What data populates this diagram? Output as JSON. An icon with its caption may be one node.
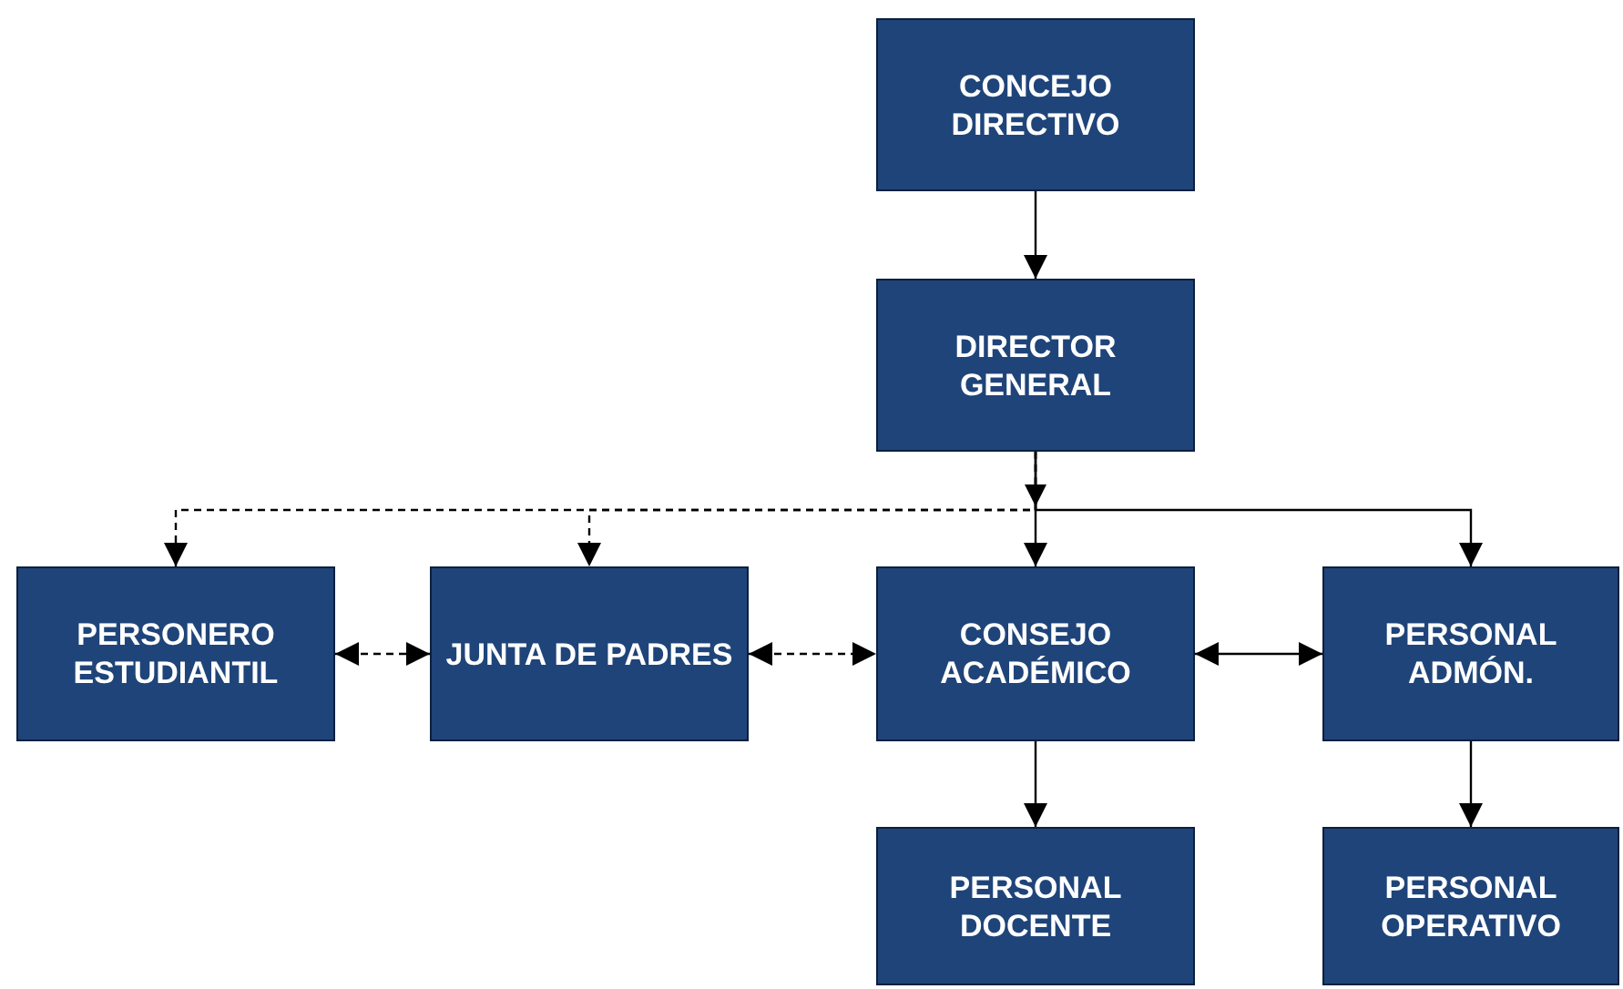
{
  "diagram": {
    "nodes": [
      {
        "text": [
          "CONCEJO DIRECTIVO"
        ]
      },
      {
        "text": [
          "DIRECTOR GENERAL"
        ]
      },
      {
        "text": [
          "PERSONERO ESTUDIANTIL"
        ]
      },
      {
        "text": [
          "JUNTA DE PADRES"
        ]
      },
      {
        "text": [
          "CONSEJO ACADÉMICO"
        ]
      },
      {
        "text": [
          "PERSONAL ADMÓN."
        ]
      },
      {
        "text": [
          "PERSONAL DOCENTE"
        ]
      },
      {
        "text": [
          "PERSONAL OPERATIVO"
        ]
      }
    ],
    "edges": [
      {
        "from": 0,
        "to": 1,
        "arrow": "to"
      },
      {
        "from": 1,
        "to": 2,
        "arrow": "to",
        "style": "dashed"
      },
      {
        "from": 1,
        "to": 3,
        "arrow": "to",
        "style": "dashed"
      },
      {
        "from": 1,
        "to": 4,
        "arrow": "to"
      },
      {
        "from": 1,
        "to": 5,
        "arrow": "to"
      },
      {
        "from": 2,
        "to": 3,
        "arrow": "both",
        "style": "dashed"
      },
      {
        "from": 3,
        "to": 4,
        "arrow": "both",
        "style": "dashed"
      },
      {
        "from": 4,
        "to": 5,
        "arrow": "both"
      },
      {
        "from": 4,
        "to": 6,
        "arrow": "to"
      },
      {
        "from": 5,
        "to": 7,
        "arrow": "to"
      }
    ]
  }
}
